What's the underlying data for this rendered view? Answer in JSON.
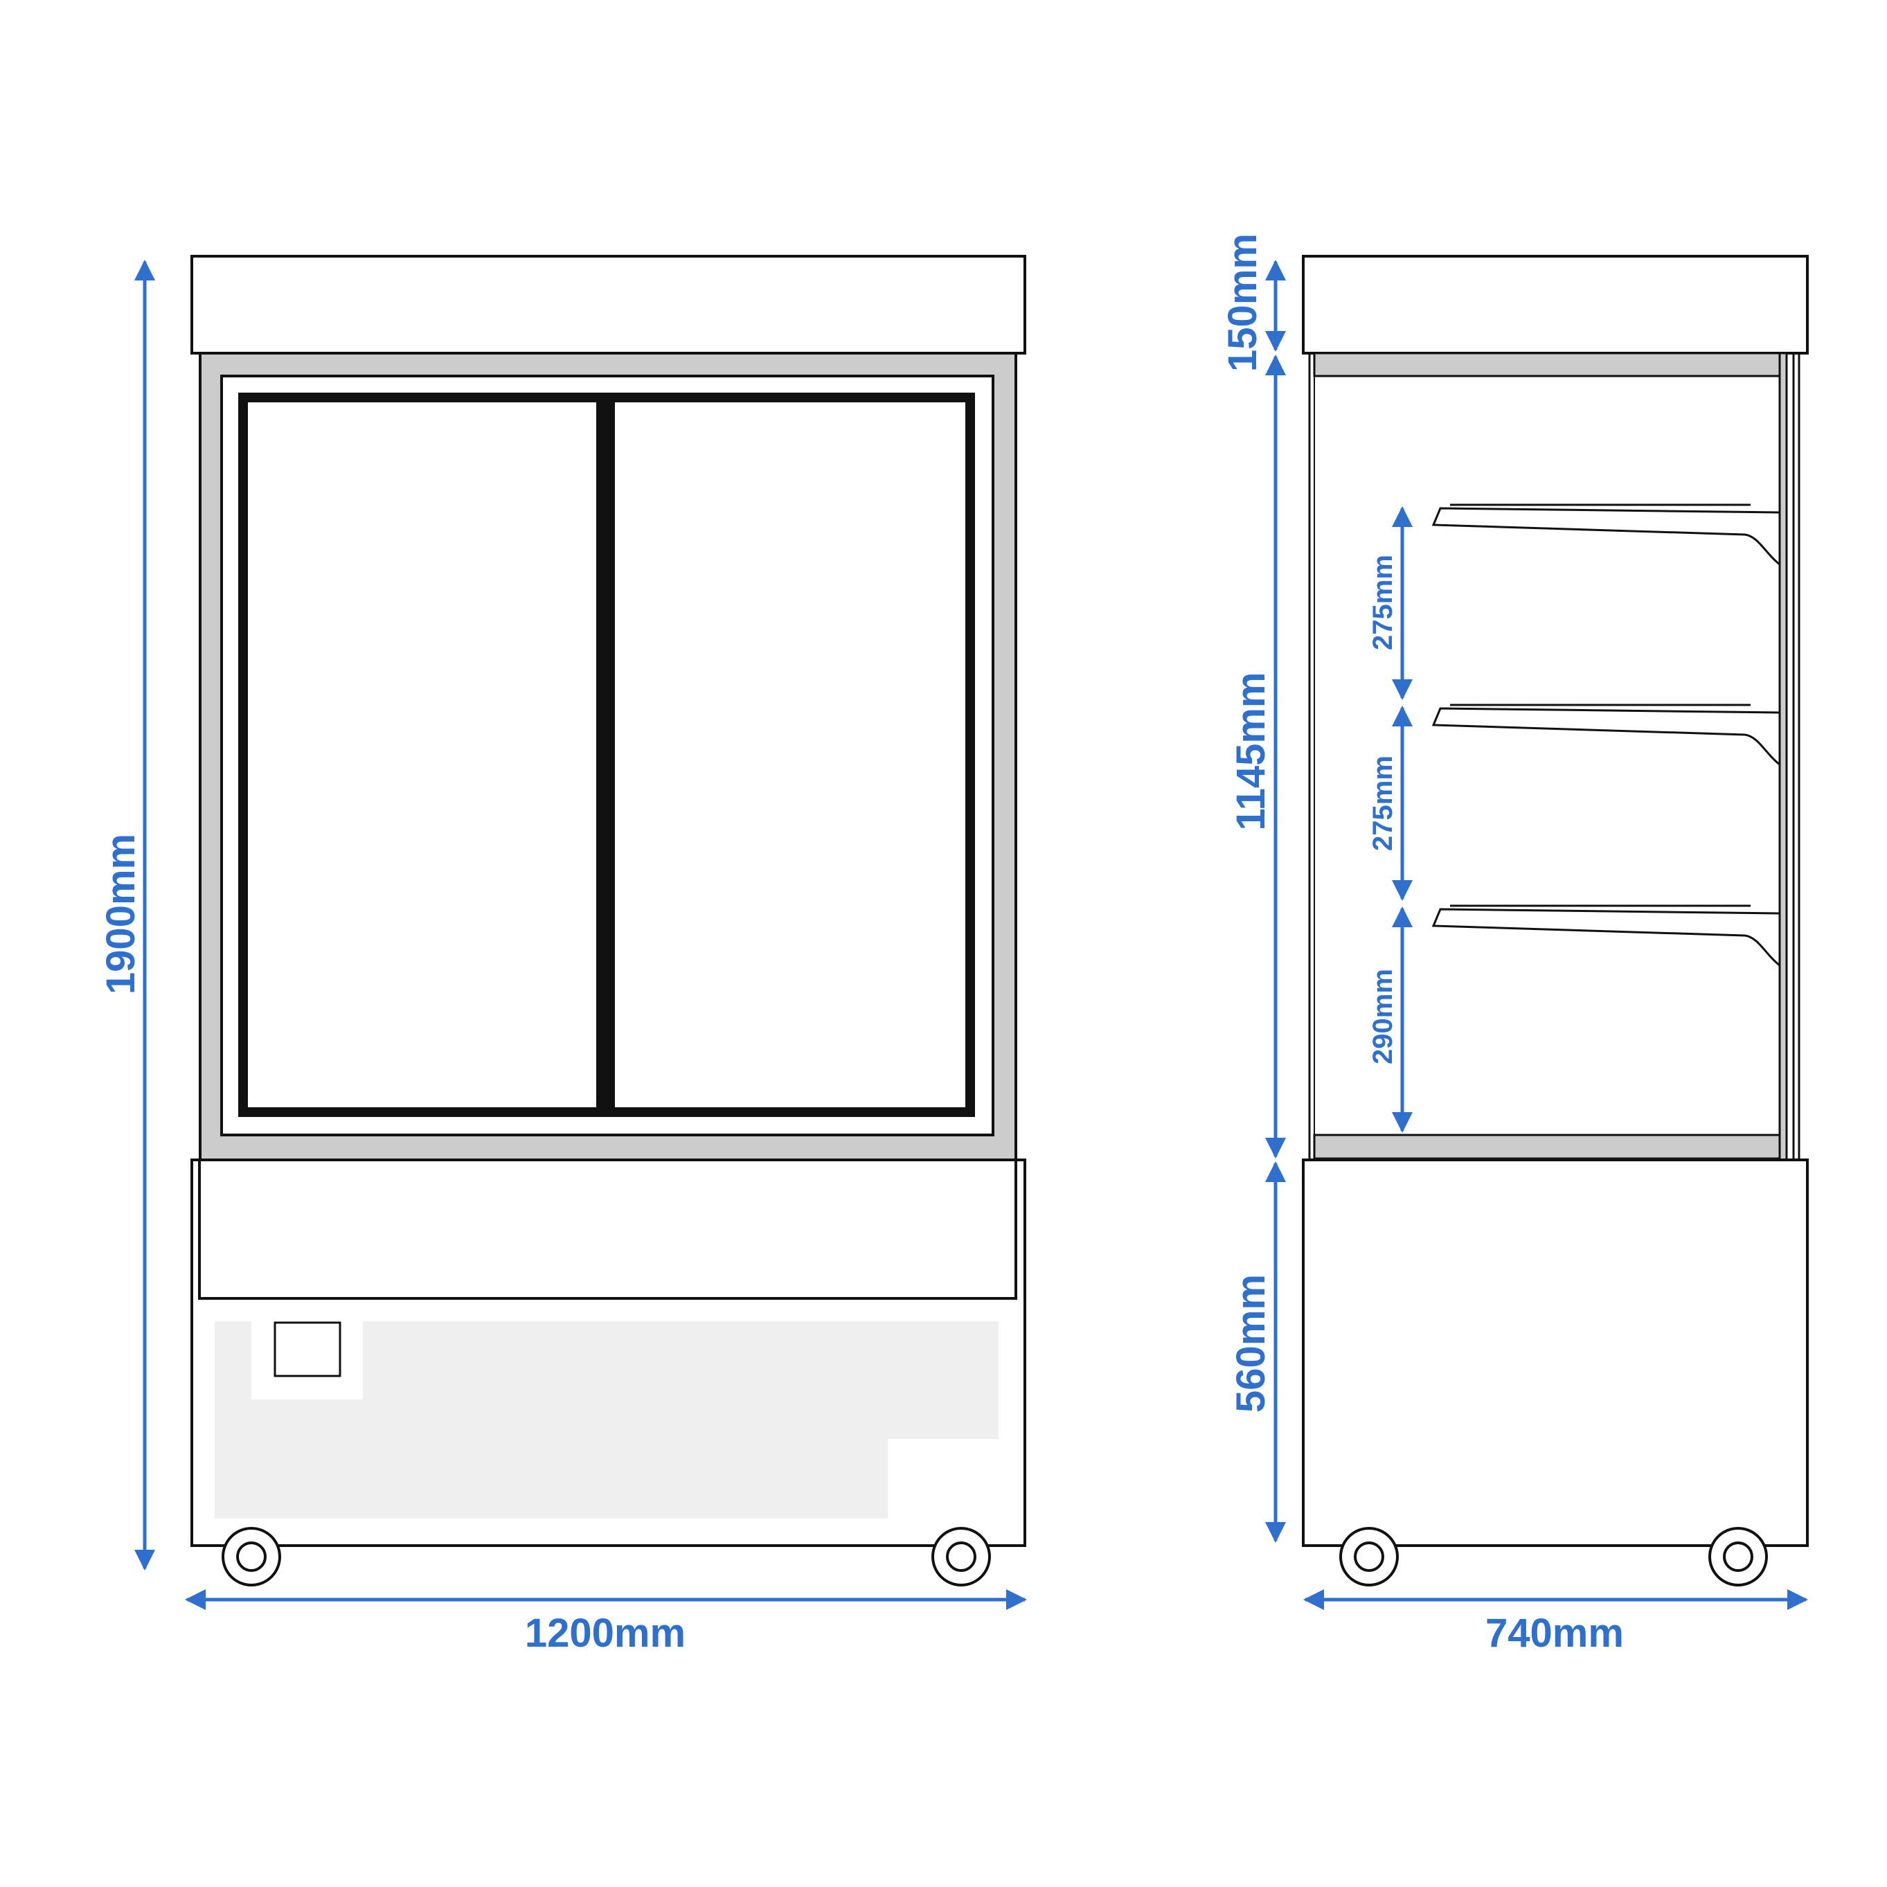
{
  "colors": {
    "dimension": "#2f6fce",
    "outline": "#111111",
    "panel_gray": "#cccccc",
    "vent_gray": "#efefef",
    "background": "#ffffff"
  },
  "front_view": {
    "height_label": "1900mm",
    "width_label": "1200mm"
  },
  "side_view": {
    "canopy_label": "150mm",
    "display_label": "1145mm",
    "base_label": "560mm",
    "depth_label": "740mm",
    "shelf_gap_labels": [
      "275mm",
      "275mm",
      "290mm"
    ]
  }
}
